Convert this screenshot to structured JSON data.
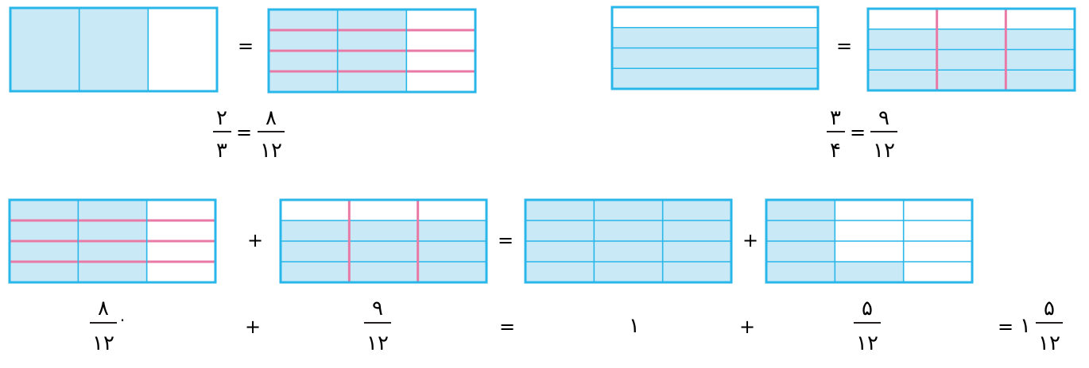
{
  "colors": {
    "frame": "#29b6e8",
    "shade": "#c9e9f7",
    "cut": "#e87aa5",
    "ink": "#231f20",
    "background": "#ffffff"
  },
  "operators": {
    "equals": "=",
    "plus": "+",
    "dot": "·"
  },
  "figures": [
    {
      "id": "two-thirds",
      "cols": 3,
      "rows": 1,
      "shaded_cells": [
        [
          0,
          0
        ],
        [
          0,
          1
        ]
      ],
      "cut_lines": "none"
    },
    {
      "id": "eight-twelfths",
      "cols": 3,
      "rows": 4,
      "shaded_cells": [
        [
          0,
          0
        ],
        [
          0,
          1
        ],
        [
          1,
          0
        ],
        [
          1,
          1
        ],
        [
          2,
          0
        ],
        [
          2,
          1
        ],
        [
          3,
          0
        ],
        [
          3,
          1
        ]
      ],
      "cut_lines": "horizontal"
    },
    {
      "id": "three-fourths",
      "cols": 1,
      "rows": 4,
      "shaded_cells": [
        [
          1,
          0
        ],
        [
          2,
          0
        ],
        [
          3,
          0
        ]
      ],
      "cut_lines": "none"
    },
    {
      "id": "nine-twelfths",
      "cols": 3,
      "rows": 4,
      "shaded_cells": [
        [
          1,
          0
        ],
        [
          1,
          1
        ],
        [
          1,
          2
        ],
        [
          2,
          0
        ],
        [
          2,
          1
        ],
        [
          2,
          2
        ],
        [
          3,
          0
        ],
        [
          3,
          1
        ],
        [
          3,
          2
        ]
      ],
      "cut_lines": "vertical"
    },
    {
      "id": "sum-eight-twelfths",
      "cols": 3,
      "rows": 4,
      "shaded_cells": [
        [
          0,
          0
        ],
        [
          0,
          1
        ],
        [
          1,
          0
        ],
        [
          1,
          1
        ],
        [
          2,
          0
        ],
        [
          2,
          1
        ],
        [
          3,
          0
        ],
        [
          3,
          1
        ]
      ],
      "cut_lines": "horizontal"
    },
    {
      "id": "sum-nine-twelfths",
      "cols": 3,
      "rows": 4,
      "shaded_cells": [
        [
          1,
          0
        ],
        [
          1,
          1
        ],
        [
          1,
          2
        ],
        [
          2,
          0
        ],
        [
          2,
          1
        ],
        [
          2,
          2
        ],
        [
          3,
          0
        ],
        [
          3,
          1
        ],
        [
          3,
          2
        ]
      ],
      "cut_lines": "vertical"
    },
    {
      "id": "whole",
      "cols": 3,
      "rows": 4,
      "shaded_cells": "all",
      "cut_lines": "none"
    },
    {
      "id": "five-twelfths",
      "cols": 3,
      "rows": 4,
      "shaded_cells": [
        [
          0,
          0
        ],
        [
          1,
          0
        ],
        [
          2,
          0
        ],
        [
          3,
          0
        ],
        [
          3,
          1
        ]
      ],
      "cut_lines": "none"
    }
  ],
  "fractions": {
    "f_2_3": {
      "numerator": "۲",
      "denominator": "۳"
    },
    "f_8_12_a": {
      "numerator": "۸",
      "denominator": "۱۲"
    },
    "f_3_4": {
      "numerator": "۳",
      "denominator": "۴"
    },
    "f_9_12_a": {
      "numerator": "۹",
      "denominator": "۱۲"
    },
    "f_8_12_b": {
      "numerator": "۸",
      "denominator": "۱۲"
    },
    "f_9_12_b": {
      "numerator": "۹",
      "denominator": "۱۲"
    },
    "f_5_12": {
      "numerator": "۵",
      "denominator": "۱۲"
    },
    "f_mixed_5_12": {
      "numerator": "۵",
      "denominator": "۱۲"
    }
  },
  "numbers": {
    "one": "۱",
    "mixed_whole": "۱"
  }
}
